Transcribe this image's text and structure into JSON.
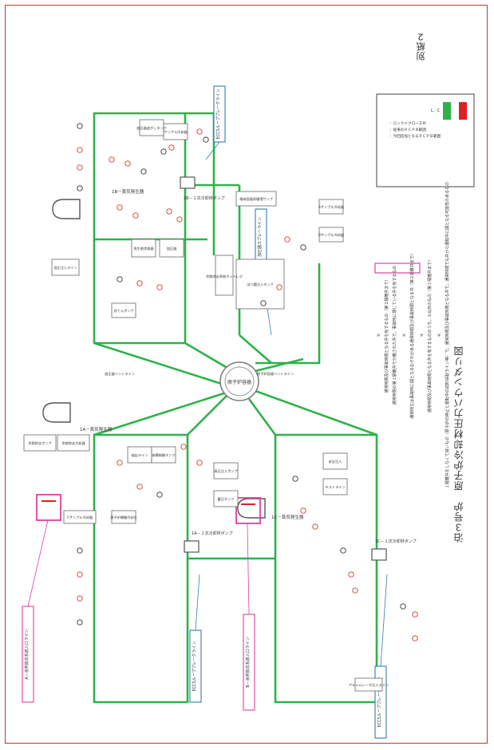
{
  "sheet_label": "別紙２",
  "title": "泊３号炉　原子炉冷却材圧力バウンダリ図",
  "colors": {
    "pipe": "#2fb24a",
    "rcs_range": "#2fb24a",
    "new_range": "#e02020",
    "highlight": "#e040a0",
    "callout": "#2e7fb8",
    "valve_mark": "#d23c2c"
  },
  "center": {
    "label": "原子炉容器"
  },
  "loops": [
    {
      "label": "1A－蒸気発生器"
    },
    {
      "label": "1B－蒸気発生器"
    },
    {
      "label": "1C－蒸気発生器"
    }
  ],
  "pumps": [
    {
      "label": "1A－１次冷却材ポンプ"
    },
    {
      "label": "1B－１次冷却材ポンプ"
    },
    {
      "label": "1C－１次冷却材ポンプ"
    }
  ],
  "callouts": [
    {
      "label": "A－余熱除去系統入口ライン"
    },
    {
      "label": "B－余熱除去系統入口ライン"
    },
    {
      "label": "ECCSループブレークライン"
    },
    {
      "label": "ECCSループブレークライン"
    },
    {
      "label": "ECCSループブレークライン"
    },
    {
      "label": "加圧器スプレーライン"
    }
  ],
  "legend": {
    "items": [
      {
        "symbol": "L．C",
        "text": "：ロックドクローズ弁"
      },
      {
        "symbol": "",
        "text": "：従来のＲＣＰＢ範囲"
      },
      {
        "symbol": "",
        "text": "：今回追加となるＲＣＰＢ範囲"
      }
    ],
    "notes": [
      {
        "mark": "①",
        "text": "通常時閉及び事故時閉となる弁を有するもの（第２隔離弁まで）"
      },
      {
        "mark": "",
        "text": "通常時閉の第１隔離弁で分離された弁で，事故時に閉じている弁を有するもの"
      },
      {
        "mark": "②",
        "text": "通常時又は事故時に開となるおそれがある通常時閉及び事故時閉となる弁（第２隔離弁まで）"
      },
      {
        "mark": "③",
        "text": "通常時閉及び事故時閉となる弁を有するもののうち，①以外のもの（第１隔離弁まで）"
      },
      {
        "mark": "④",
        "text": "１隔離弁をしなくて良いもの（原子炉の停止と運転中の試料採取ライン等）で，通常時閉及び事故時閉となる弁で，通常時閉でも弁から運転中に開となる可能性のあるもの"
      }
    ]
  },
  "small_labels": [
    "余熱除去ポンプ",
    "余熱除去冷却器",
    "充てんポンプ",
    "再生熱交換器",
    "加圧器",
    "加圧器逃がしタンク",
    "サンプル冷却器",
    "抽出ライン",
    "体積制御タンク",
    "高圧注入ポンプ",
    "蓄圧タンク",
    "安全注入",
    "テストライン",
    "ほう酸注入タンク",
    "余熱除去系統ホットレグ",
    "格納容器再循環サンプ",
    "Aサンプル冷却器",
    "Bサンプル冷却器",
    "Cサンプル冷却器",
    "原子炉補機冷却水",
    "アキュムレータ注入ライン",
    "低圧注入ライン",
    "加圧器ベントライン",
    "原子炉容器ベントライン"
  ]
}
